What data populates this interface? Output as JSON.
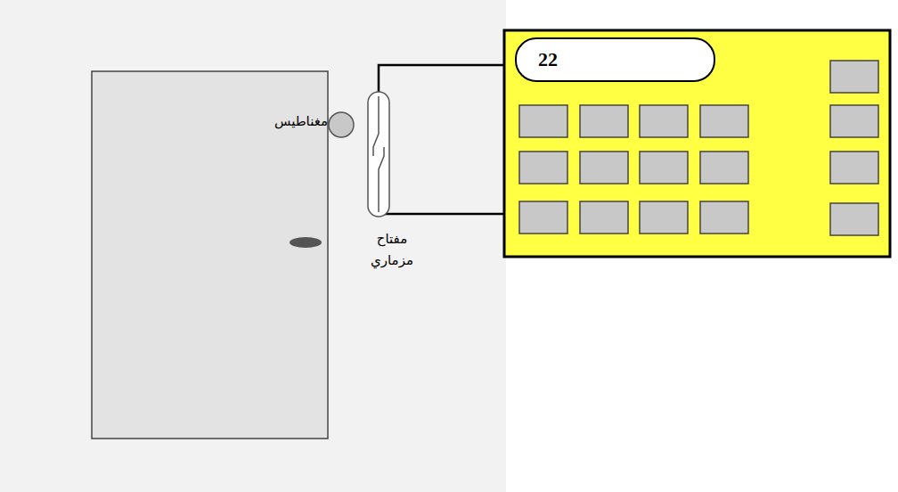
{
  "diagram": {
    "nodes": [
      {
        "text": [
          "22"
        ]
      }
    ],
    "labels": [
      "مغناطيس",
      "مفتاح مزماري"
    ]
  }
}
